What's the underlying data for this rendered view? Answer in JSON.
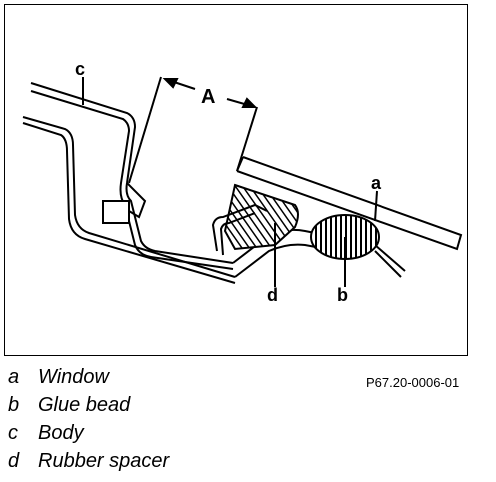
{
  "figure": {
    "callouts": {
      "a": "a",
      "b": "b",
      "c": "c",
      "d": "d",
      "dimension": "A"
    },
    "reference": "P67.20-0006-01"
  },
  "legend": [
    {
      "key": "a",
      "text": "Window"
    },
    {
      "key": "b",
      "text": "Glue bead"
    },
    {
      "key": "c",
      "text": "Body"
    },
    {
      "key": "d",
      "text": "Rubber spacer"
    }
  ]
}
